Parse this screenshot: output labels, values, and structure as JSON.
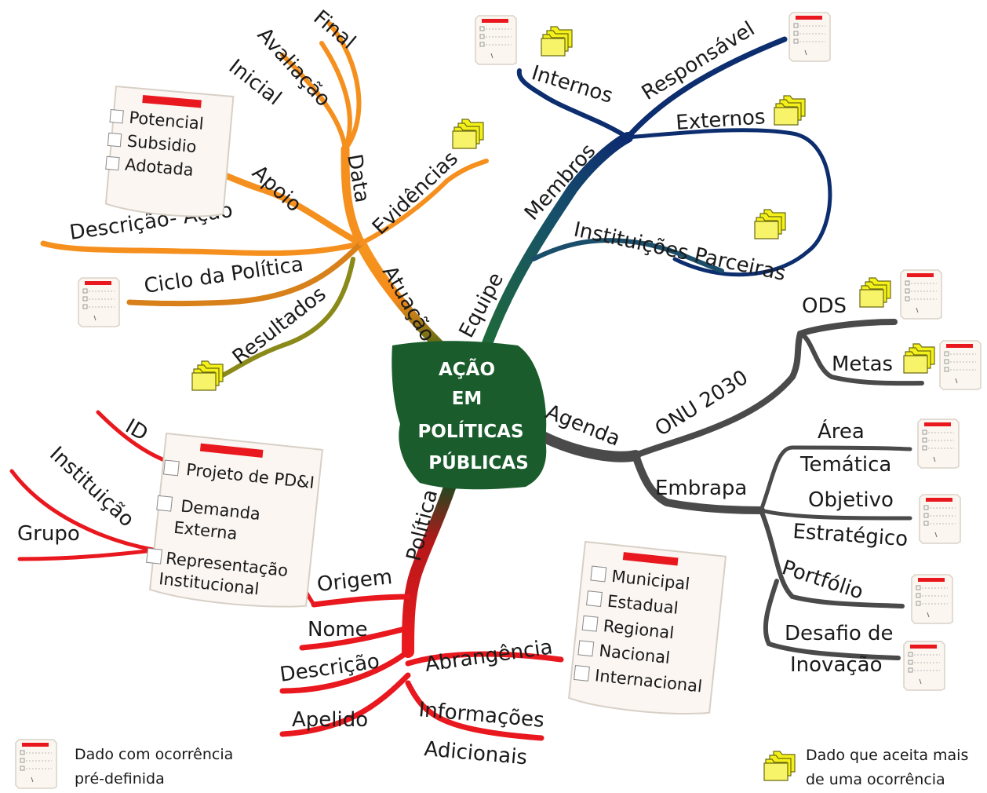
{
  "center": {
    "lines": [
      "AÇÃO",
      "EM",
      "POLÍTICAS",
      "PÚBLICAS"
    ]
  },
  "colors": {
    "orange": "#f5901e",
    "navy": "#0c2d6e",
    "teal": "#1b5c5a",
    "gray": "#4a4a4a",
    "red": "#e8181e",
    "center_bg": "#1a5c2c",
    "folder_yellow": "#f4f11a",
    "list_red": "#e8181e"
  },
  "branches": {
    "planning": {
      "trunk": "Atuação",
      "data": {
        "label": "Data",
        "children": [
          "Inicial",
          "Avaliação",
          "Final"
        ]
      },
      "apoio": {
        "label": "Apoio",
        "child": "Descrição- Ação",
        "options": [
          "Potencial",
          "Subsidio",
          "Adotada"
        ]
      },
      "ciclo": "Ciclo da Política",
      "resultados": "Resultados",
      "evidencias": "Evidências"
    },
    "equipe": {
      "trunk": "Equipe",
      "membros": "Membros",
      "children": [
        "Internos",
        "Responsável",
        "Externos",
        "Instituições Parceiras"
      ]
    },
    "agenda": {
      "trunk": "Agenda",
      "onu": {
        "label": "ONU 2030",
        "children": [
          "ODS",
          "Metas"
        ]
      },
      "embrapa": {
        "label": "Embrapa",
        "children": [
          "Área",
          "Temática",
          "Objetivo",
          "Estratégico",
          "Portfólio",
          "Desafio de",
          "Inovação"
        ]
      }
    },
    "politica": {
      "trunk": "Política",
      "origem": {
        "label": "Origem",
        "children": [
          "ID",
          "Instituição",
          "Grupo"
        ],
        "options": [
          "Projeto de PD&I",
          "Demanda",
          "Externa",
          "Representação",
          "Institucional"
        ]
      },
      "children": [
        "Nome",
        "Descrição",
        "Apelido"
      ],
      "abrangencia": {
        "label": "Abrangência",
        "options": [
          "Municipal",
          "Estadual",
          "Regional",
          "Nacional",
          "Internacional"
        ]
      },
      "informacoes": [
        "Informações",
        "Adicionais"
      ]
    }
  },
  "legend": {
    "predefined": [
      "Dado com ocorrência",
      "pré-definida"
    ],
    "multiple": [
      "Dado que aceita mais",
      "de uma ocorrência"
    ]
  },
  "icons": {
    "list": "checklist-icon",
    "folder": "folder-stack-icon"
  }
}
